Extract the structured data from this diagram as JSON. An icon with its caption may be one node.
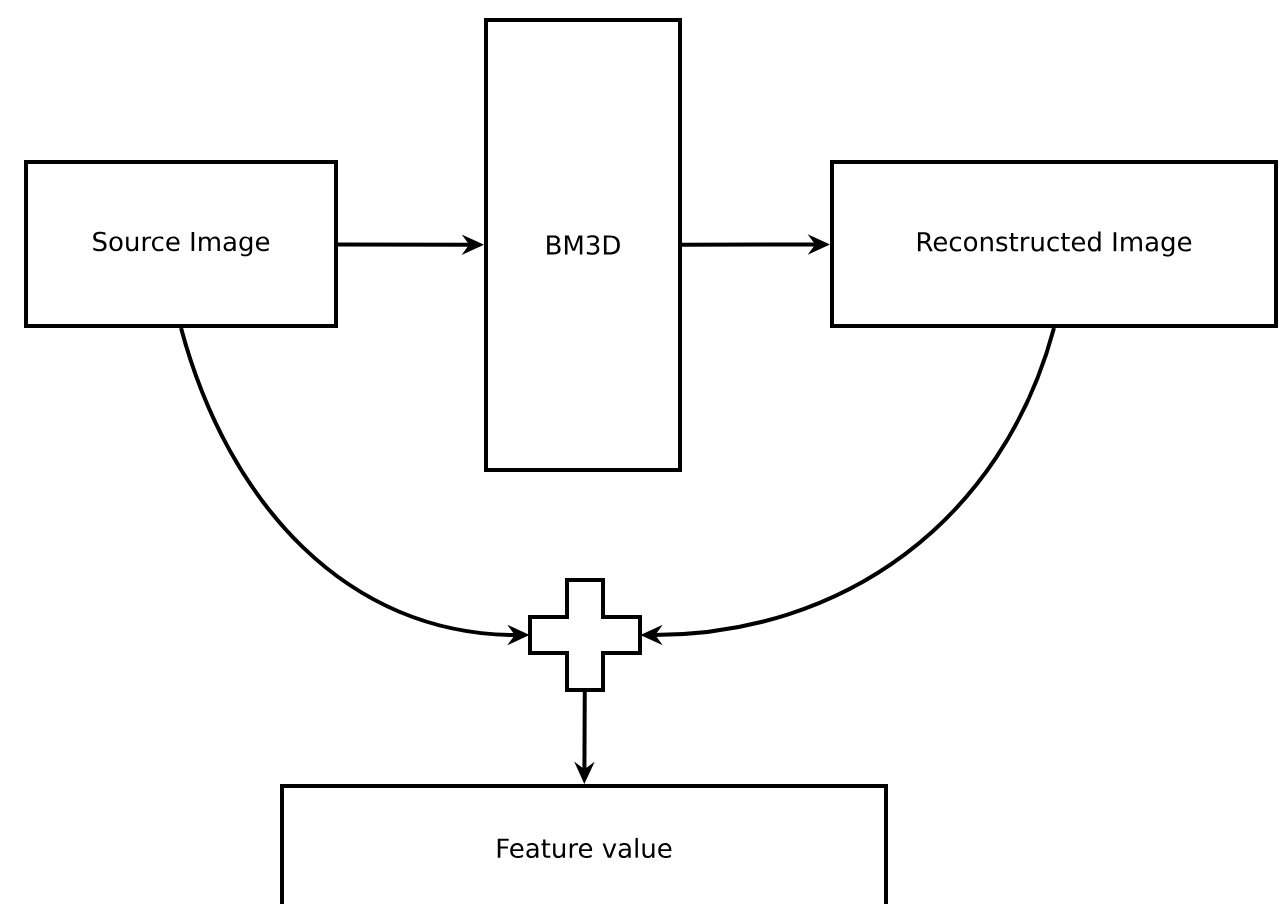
{
  "diagram": {
    "nodes": [
      {
        "text": [
          "Source Image"
        ]
      },
      {
        "text": [
          "BM3D"
        ]
      },
      {
        "text": [
          "Reconstructed Image"
        ]
      },
      {
        "text": [],
        "shape": "cross"
      },
      {
        "text": [
          "Feature value"
        ]
      }
    ],
    "edges": [
      {
        "from": 0,
        "to": 1,
        "arrow": "to"
      },
      {
        "from": 1,
        "to": 2,
        "arrow": "to"
      },
      {
        "from": 0,
        "to": 3,
        "arrow": "to"
      },
      {
        "from": 2,
        "to": 3,
        "arrow": "to"
      },
      {
        "from": 3,
        "to": 4,
        "arrow": "to"
      }
    ]
  }
}
